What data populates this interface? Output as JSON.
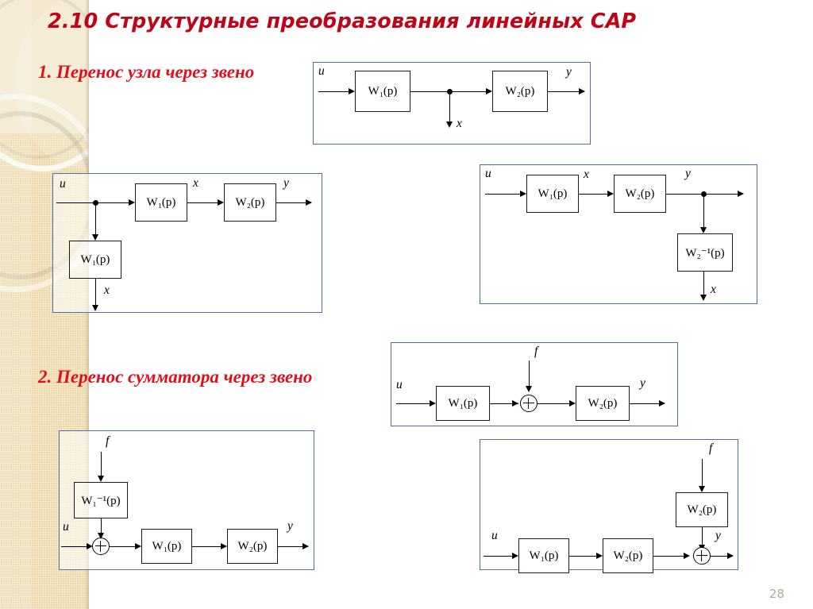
{
  "slide": {
    "title": "2.10 Структурные преобразования линейных САР",
    "page_number": "28",
    "accent_color": "#c00418",
    "section_color": "#e0101b",
    "frame_border_color": "#4c6fa4",
    "deco_band_color": "#ecd9a9"
  },
  "sections": [
    {
      "label": "1. Перенос узла через звено"
    },
    {
      "label": "2. Перенос сумматора через звено"
    }
  ],
  "labels": {
    "u": "u",
    "x": "x",
    "y": "y",
    "f": "f"
  },
  "blocks": {
    "w1": "W₁(p)",
    "w2": "W₂(p)",
    "w1_inv": "W₁⁻¹(p)",
    "w2_inv": "W₂⁻¹(p)",
    "plus": "+"
  },
  "diagrams": [
    {
      "id": "d1",
      "caption_section": 1,
      "description": "Исходная схема: узел между W1(p) и W2(p)",
      "blocks": [
        "W₁(p)",
        "W₂(p)"
      ],
      "inputs": [
        "u"
      ],
      "outputs": [
        "y",
        "x"
      ],
      "node_count": 1,
      "summator_count": 0
    },
    {
      "id": "d2",
      "caption_section": 1,
      "description": "Узел перенесён на вход: добавлено звено W1(p) в отводе",
      "blocks": [
        "W₁(p)",
        "W₂(p)",
        "W₁(p)"
      ],
      "inputs": [
        "u"
      ],
      "outputs": [
        "x",
        "y",
        "x"
      ],
      "node_count": 1,
      "summator_count": 0
    },
    {
      "id": "d3",
      "caption_section": 1,
      "description": "Узел перенесён на выход: добавлено обратное звено W2⁻¹(p)",
      "blocks": [
        "W₁(p)",
        "W₂(p)",
        "W₂⁻¹(p)"
      ],
      "inputs": [
        "u"
      ],
      "outputs": [
        "x",
        "y",
        "x"
      ],
      "node_count": 1,
      "summator_count": 0
    },
    {
      "id": "d4",
      "caption_section": 2,
      "description": "Исходная схема: сумматор с сигналом f между W1(p) и W2(p)",
      "blocks": [
        "W₁(p)",
        "W₂(p)"
      ],
      "inputs": [
        "u",
        "f"
      ],
      "outputs": [
        "y"
      ],
      "node_count": 0,
      "summator_count": 1
    },
    {
      "id": "d5",
      "caption_section": 2,
      "description": "Сумматор перенесён на вход: сигнал f через W1⁻¹(p)",
      "blocks": [
        "W₁⁻¹(p)",
        "W₁(p)",
        "W₂(p)"
      ],
      "inputs": [
        "u",
        "f"
      ],
      "outputs": [
        "y"
      ],
      "node_count": 0,
      "summator_count": 1
    },
    {
      "id": "d6",
      "caption_section": 2,
      "description": "Сумматор перенесён на выход: сигнал f через W2(p)",
      "blocks": [
        "W₂(p)",
        "W₁(p)",
        "W₂(p)"
      ],
      "inputs": [
        "u",
        "f"
      ],
      "outputs": [
        "y"
      ],
      "node_count": 0,
      "summator_count": 1
    }
  ]
}
